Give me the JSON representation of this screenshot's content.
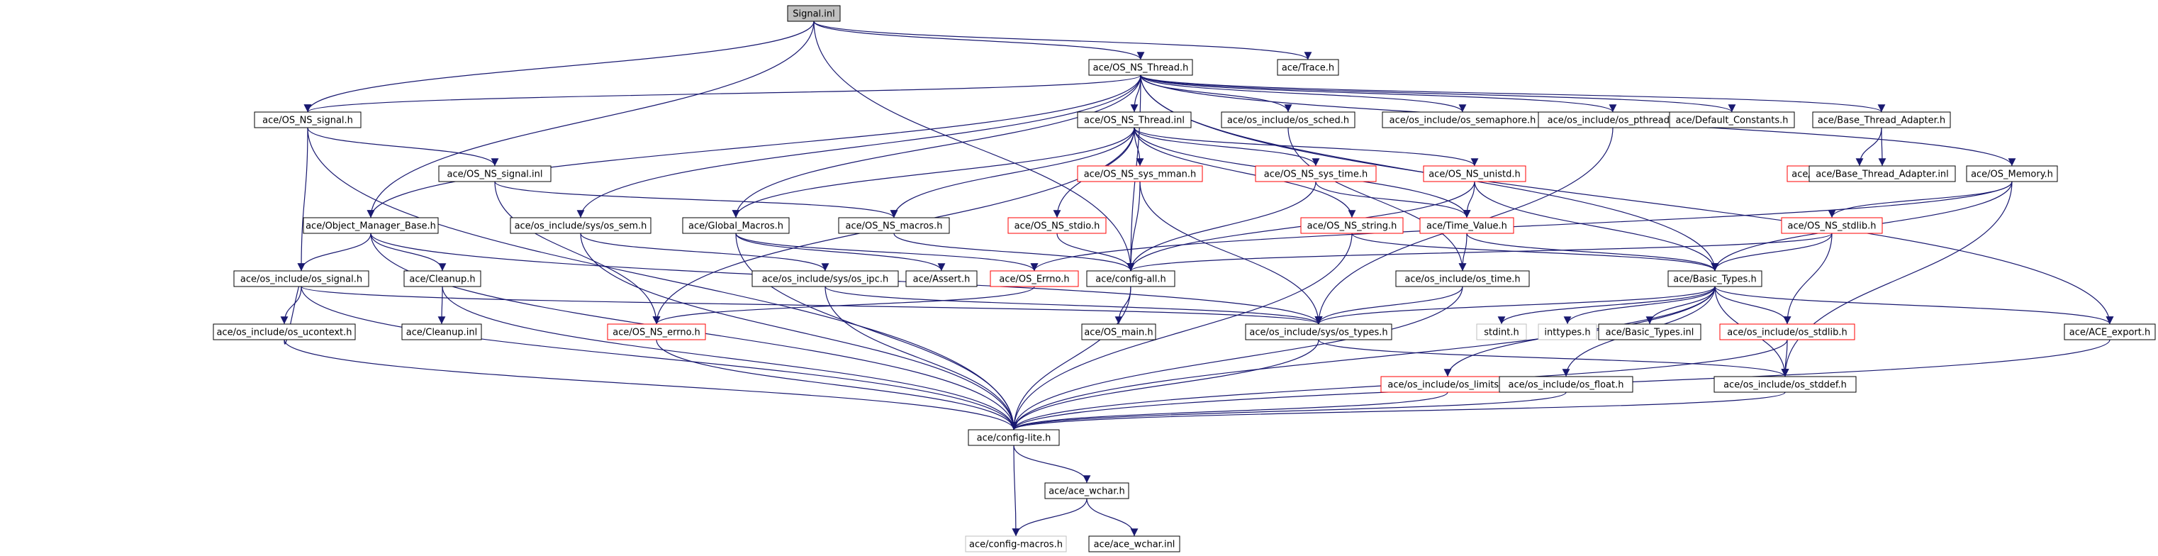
{
  "diagram": {
    "title": "Signal.inl include dependency graph",
    "colors": {
      "edge": "#191970",
      "black": "#000000",
      "red": "#ff0000",
      "grey": "#bfbfbf",
      "root_fill": "#bfbfbf",
      "fill": "#ffffff",
      "text": "#000000"
    },
    "nodes": [
      {
        "id": "signal_inl",
        "label": "Signal.inl",
        "style": "root"
      },
      {
        "id": "os_ns_thread_h",
        "label": "ace/OS_NS_Thread.h",
        "style": "black"
      },
      {
        "id": "trace_h",
        "label": "ace/Trace.h",
        "style": "black"
      },
      {
        "id": "os_ns_signal_h",
        "label": "ace/OS_NS_signal.h",
        "style": "black"
      },
      {
        "id": "os_ns_thread_inl",
        "label": "ace/OS_NS_Thread.inl",
        "style": "black"
      },
      {
        "id": "os_sched_h",
        "label": "ace/os_include/os_sched.h",
        "style": "black"
      },
      {
        "id": "os_semaphore_h",
        "label": "ace/os_include/os_semaphore.h",
        "style": "black"
      },
      {
        "id": "os_pthread_h",
        "label": "ace/os_include/os_pthread.h",
        "style": "black"
      },
      {
        "id": "default_constants_h",
        "label": "ace/Default_Constants.h",
        "style": "black"
      },
      {
        "id": "base_thread_adapter_h",
        "label": "ace/Base_Thread_Adapter.h",
        "style": "black"
      },
      {
        "id": "os_ns_signal_inl",
        "label": "ace/OS_NS_signal.inl",
        "style": "black"
      },
      {
        "id": "os_ns_sys_mman_h",
        "label": "ace/OS_NS_sys_mman.h",
        "style": "red"
      },
      {
        "id": "os_ns_sys_time_h",
        "label": "ace/OS_NS_sys_time.h",
        "style": "red"
      },
      {
        "id": "os_ns_unistd_h",
        "label": "ace/OS_NS_unistd.h",
        "style": "red"
      },
      {
        "id": "os_log_msg_attributes_h",
        "label": "ace/OS_Log_Msg_Attributes.h",
        "style": "red"
      },
      {
        "id": "base_thread_adapter_inl",
        "label": "ace/Base_Thread_Adapter.inl",
        "style": "black"
      },
      {
        "id": "os_memory_h",
        "label": "ace/OS_Memory.h",
        "style": "black"
      },
      {
        "id": "object_manager_base_h",
        "label": "ace/Object_Manager_Base.h",
        "style": "black"
      },
      {
        "id": "os_sem_h",
        "label": "ace/os_include/sys/os_sem.h",
        "style": "black"
      },
      {
        "id": "global_macros_h",
        "label": "ace/Global_Macros.h",
        "style": "black"
      },
      {
        "id": "os_ns_macros_h",
        "label": "ace/OS_NS_macros.h",
        "style": "black"
      },
      {
        "id": "os_ns_stdio_h",
        "label": "ace/OS_NS_stdio.h",
        "style": "red"
      },
      {
        "id": "os_ns_string_h",
        "label": "ace/OS_NS_string.h",
        "style": "red"
      },
      {
        "id": "time_value_h",
        "label": "ace/Time_Value.h",
        "style": "red"
      },
      {
        "id": "os_ns_stdlib_h",
        "label": "ace/OS_NS_stdlib.h",
        "style": "red"
      },
      {
        "id": "os_signal_h",
        "label": "ace/os_include/os_signal.h",
        "style": "black"
      },
      {
        "id": "cleanup_h",
        "label": "ace/Cleanup.h",
        "style": "black"
      },
      {
        "id": "os_ipc_h",
        "label": "ace/os_include/sys/os_ipc.h",
        "style": "black"
      },
      {
        "id": "assert_h",
        "label": "ace/Assert.h",
        "style": "black"
      },
      {
        "id": "os_errno_h",
        "label": "ace/OS_Errno.h",
        "style": "red"
      },
      {
        "id": "config_all_h",
        "label": "ace/config-all.h",
        "style": "black"
      },
      {
        "id": "os_time_h",
        "label": "ace/os_include/os_time.h",
        "style": "black"
      },
      {
        "id": "basic_types_h",
        "label": "ace/Basic_Types.h",
        "style": "black"
      },
      {
        "id": "os_ucontext_h",
        "label": "ace/os_include/os_ucontext.h",
        "style": "black"
      },
      {
        "id": "cleanup_inl",
        "label": "ace/Cleanup.inl",
        "style": "black"
      },
      {
        "id": "os_ns_errno_h",
        "label": "ace/OS_NS_errno.h",
        "style": "red"
      },
      {
        "id": "os_main_h",
        "label": "ace/OS_main.h",
        "style": "black"
      },
      {
        "id": "os_types_h",
        "label": "ace/os_include/sys/os_types.h",
        "style": "black"
      },
      {
        "id": "stdint_h",
        "label": "stdint.h",
        "style": "grey"
      },
      {
        "id": "inttypes_h",
        "label": "inttypes.h",
        "style": "grey"
      },
      {
        "id": "basic_types_inl",
        "label": "ace/Basic_Types.inl",
        "style": "black"
      },
      {
        "id": "os_stdlib_h",
        "label": "ace/os_include/os_stdlib.h",
        "style": "red"
      },
      {
        "id": "ace_export_h",
        "label": "ace/ACE_export.h",
        "style": "black"
      },
      {
        "id": "os_limits_h",
        "label": "ace/os_include/os_limits.h",
        "style": "red"
      },
      {
        "id": "os_float_h",
        "label": "ace/os_include/os_float.h",
        "style": "black"
      },
      {
        "id": "os_stddef_h",
        "label": "ace/os_include/os_stddef.h",
        "style": "black"
      },
      {
        "id": "config_lite_h",
        "label": "ace/config-lite.h",
        "style": "black"
      },
      {
        "id": "ace_wchar_h",
        "label": "ace/ace_wchar.h",
        "style": "black"
      },
      {
        "id": "config_macros_h",
        "label": "ace/config-macros.h",
        "style": "grey"
      },
      {
        "id": "ace_wchar_inl",
        "label": "ace/ace_wchar.inl",
        "style": "black"
      }
    ],
    "edges": [
      [
        "signal_inl",
        "os_ns_thread_h"
      ],
      [
        "signal_inl",
        "trace_h"
      ],
      [
        "signal_inl",
        "os_ns_signal_h"
      ],
      [
        "signal_inl",
        "object_manager_base_h"
      ],
      [
        "signal_inl",
        "config_all_h"
      ],
      [
        "os_ns_thread_h",
        "os_ns_signal_h"
      ],
      [
        "os_ns_thread_h",
        "os_ns_thread_inl"
      ],
      [
        "os_ns_thread_h",
        "os_sched_h"
      ],
      [
        "os_ns_thread_h",
        "os_semaphore_h"
      ],
      [
        "os_ns_thread_h",
        "os_pthread_h"
      ],
      [
        "os_ns_thread_h",
        "default_constants_h"
      ],
      [
        "os_ns_thread_h",
        "base_thread_adapter_h"
      ],
      [
        "os_ns_thread_h",
        "os_memory_h"
      ],
      [
        "os_ns_thread_h",
        "object_manager_base_h"
      ],
      [
        "os_ns_thread_h",
        "os_sem_h"
      ],
      [
        "os_ns_thread_h",
        "global_macros_h"
      ],
      [
        "os_ns_thread_h",
        "config_all_h"
      ],
      [
        "os_ns_thread_h",
        "basic_types_h"
      ],
      [
        "os_ns_thread_h",
        "ace_export_h"
      ],
      [
        "os_ns_signal_h",
        "os_ns_signal_inl"
      ],
      [
        "os_ns_signal_h",
        "os_signal_h"
      ],
      [
        "os_ns_signal_h",
        "config_lite_h"
      ],
      [
        "os_ns_signal_inl",
        "os_ns_macros_h"
      ],
      [
        "os_ns_signal_inl",
        "os_ns_errno_h"
      ],
      [
        "os_ns_thread_inl",
        "os_ns_sys_mman_h"
      ],
      [
        "os_ns_thread_inl",
        "os_ns_sys_time_h"
      ],
      [
        "os_ns_thread_inl",
        "os_ns_unistd_h"
      ],
      [
        "os_ns_thread_inl",
        "os_ns_stdio_h"
      ],
      [
        "os_ns_thread_inl",
        "os_ns_string_h"
      ],
      [
        "os_ns_thread_inl",
        "time_value_h"
      ],
      [
        "os_ns_thread_inl",
        "global_macros_h"
      ],
      [
        "os_ns_thread_inl",
        "os_ns_macros_h"
      ],
      [
        "os_ns_thread_inl",
        "os_ns_errno_h"
      ],
      [
        "os_sched_h",
        "os_time_h"
      ],
      [
        "os_pthread_h",
        "os_types_h"
      ],
      [
        "base_thread_adapter_h",
        "os_log_msg_attributes_h"
      ],
      [
        "base_thread_adapter_h",
        "base_thread_adapter_inl"
      ],
      [
        "os_ns_sys_mman_h",
        "config_all_h"
      ],
      [
        "os_ns_sys_mman_h",
        "os_types_h"
      ],
      [
        "os_ns_sys_time_h",
        "time_value_h"
      ],
      [
        "os_ns_sys_time_h",
        "config_all_h"
      ],
      [
        "os_ns_unistd_h",
        "time_value_h"
      ],
      [
        "os_ns_unistd_h",
        "basic_types_h"
      ],
      [
        "os_ns_unistd_h",
        "config_all_h"
      ],
      [
        "os_memory_h",
        "os_ns_stdlib_h"
      ],
      [
        "os_memory_h",
        "os_errno_h"
      ],
      [
        "os_memory_h",
        "basic_types_h"
      ],
      [
        "os_memory_h",
        "os_stddef_h"
      ],
      [
        "object_manager_base_h",
        "os_signal_h"
      ],
      [
        "object_manager_base_h",
        "cleanup_h"
      ],
      [
        "object_manager_base_h",
        "os_types_h"
      ],
      [
        "object_manager_base_h",
        "config_lite_h"
      ],
      [
        "os_sem_h",
        "os_ipc_h"
      ],
      [
        "os_sem_h",
        "config_lite_h"
      ],
      [
        "global_macros_h",
        "assert_h"
      ],
      [
        "global_macros_h",
        "os_errno_h"
      ],
      [
        "global_macros_h",
        "config_lite_h"
      ],
      [
        "os_ns_macros_h",
        "config_all_h"
      ],
      [
        "os_ns_stdio_h",
        "config_all_h"
      ],
      [
        "os_ns_string_h",
        "basic_types_h"
      ],
      [
        "os_ns_string_h",
        "config_lite_h"
      ],
      [
        "time_value_h",
        "os_time_h"
      ],
      [
        "time_value_h",
        "basic_types_h"
      ],
      [
        "os_ns_stdlib_h",
        "basic_types_h"
      ],
      [
        "os_ns_stdlib_h",
        "os_stdlib_h"
      ],
      [
        "os_ns_stdlib_h",
        "config_all_h"
      ],
      [
        "os_signal_h",
        "os_ucontext_h"
      ],
      [
        "os_signal_h",
        "os_types_h"
      ],
      [
        "os_signal_h",
        "config_lite_h"
      ],
      [
        "os_ucontext_h",
        "os_signal_h"
      ],
      [
        "os_ucontext_h",
        "config_lite_h"
      ],
      [
        "cleanup_h",
        "cleanup_inl"
      ],
      [
        "cleanup_h",
        "config_lite_h"
      ],
      [
        "os_ipc_h",
        "os_types_h"
      ],
      [
        "os_ipc_h",
        "config_lite_h"
      ],
      [
        "os_errno_h",
        "os_ns_errno_h"
      ],
      [
        "config_all_h",
        "os_main_h"
      ],
      [
        "config_all_h",
        "config_lite_h"
      ],
      [
        "os_time_h",
        "os_types_h"
      ],
      [
        "os_time_h",
        "config_lite_h"
      ],
      [
        "basic_types_h",
        "stdint_h"
      ],
      [
        "basic_types_h",
        "inttypes_h"
      ],
      [
        "basic_types_h",
        "basic_types_inl"
      ],
      [
        "basic_types_h",
        "os_stdlib_h"
      ],
      [
        "basic_types_h",
        "os_types_h"
      ],
      [
        "basic_types_h",
        "os_limits_h"
      ],
      [
        "basic_types_h",
        "os_float_h"
      ],
      [
        "basic_types_h",
        "os_stddef_h"
      ],
      [
        "basic_types_h",
        "ace_export_h"
      ],
      [
        "basic_types_h",
        "config_lite_h"
      ],
      [
        "os_types_h",
        "os_stddef_h"
      ],
      [
        "os_types_h",
        "config_lite_h"
      ],
      [
        "os_stdlib_h",
        "os_stddef_h"
      ],
      [
        "os_stdlib_h",
        "config_lite_h"
      ],
      [
        "ace_export_h",
        "config_lite_h"
      ],
      [
        "os_limits_h",
        "config_lite_h"
      ],
      [
        "os_float_h",
        "config_lite_h"
      ],
      [
        "os_stddef_h",
        "config_lite_h"
      ],
      [
        "os_ns_errno_h",
        "config_lite_h"
      ],
      [
        "config_lite_h",
        "ace_wchar_h"
      ],
      [
        "config_lite_h",
        "config_macros_h"
      ],
      [
        "ace_wchar_h",
        "config_macros_h"
      ],
      [
        "ace_wchar_h",
        "ace_wchar_inl"
      ]
    ]
  }
}
